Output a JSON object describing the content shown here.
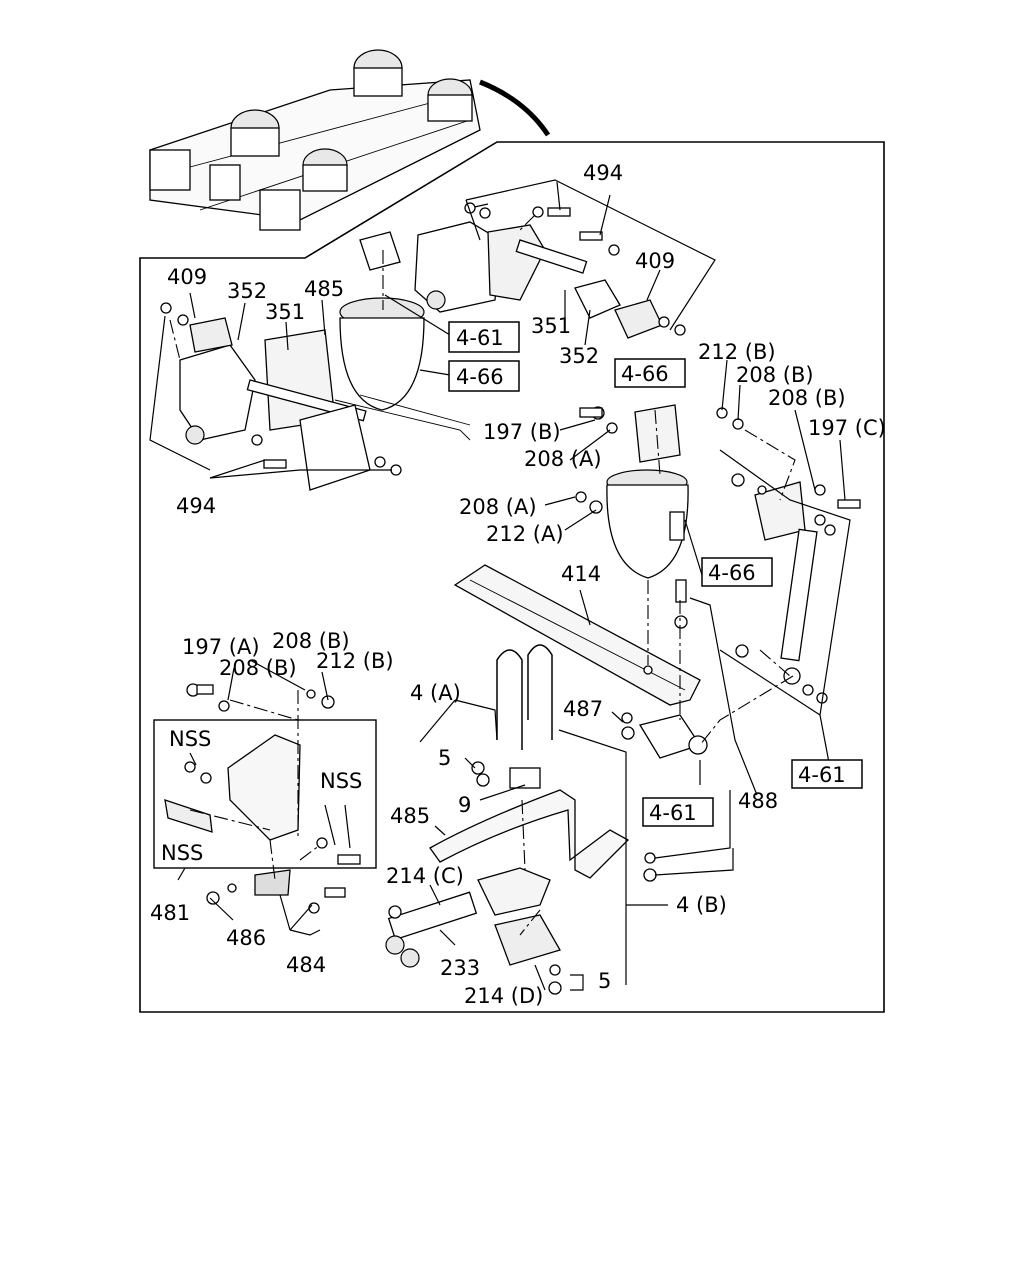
{
  "labels": {
    "l494_top": "494",
    "l409_right": "409",
    "l351_right": "351",
    "l352_right": "352",
    "l409_left": "409",
    "l352_left": "352",
    "l351_left": "351",
    "l485_top": "485",
    "l494_left": "494",
    "l212b_top": "212 (B)",
    "l208b_top1": "208 (B)",
    "l208b_top2": "208 (B)",
    "l197c": "197 (C)",
    "l197b": "197 (B)",
    "l208a_1": "208 (A)",
    "l208a_2": "208 (A)",
    "l212a": "212 (A)",
    "l414": "414",
    "l197a": "197 (A)",
    "l208b_mid1": "208 (B)",
    "l208b_mid2": "208 (B)",
    "l212b_mid": "212 (B)",
    "l4a": "4 (A)",
    "l487": "487",
    "l5_top": "5",
    "l9": "9",
    "l485_mid": "485",
    "l488": "488",
    "nss1": "NSS",
    "nss2": "NSS",
    "nss3": "NSS",
    "l481": "481",
    "l486": "486",
    "l484": "484",
    "l214c": "214 (C)",
    "l4b": "4 (B)",
    "l233": "233",
    "l214d": "214 (D)",
    "l5_bottom": "5"
  },
  "refs": {
    "r461_top": "4-61",
    "r466_top": "4-66",
    "r466_mid": "4-66",
    "r466_right": "4-66",
    "r461_right": "4-61",
    "r461_mid": "4-61"
  }
}
